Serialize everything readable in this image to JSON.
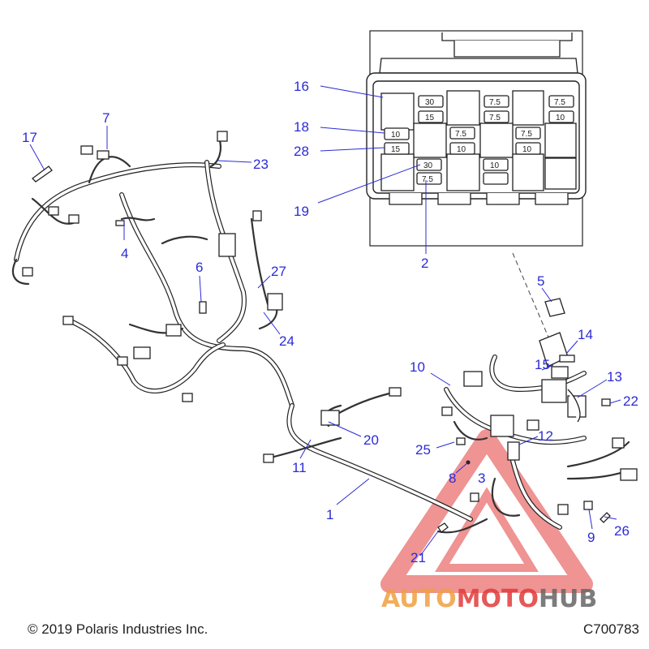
{
  "callouts": {
    "c1": "1",
    "c2": "2",
    "c3": "3",
    "c4": "4",
    "c5": "5",
    "c6": "6",
    "c7": "7",
    "c8": "8",
    "c9": "9",
    "c10": "10",
    "c11": "11",
    "c12": "12",
    "c13": "13",
    "c14": "14",
    "c15": "15",
    "c16": "16",
    "c17": "17",
    "c18": "18",
    "c19": "19",
    "c20": "20",
    "c21": "21",
    "c22": "22",
    "c23": "23",
    "c24": "24",
    "c25": "25",
    "c26": "26",
    "c27": "27",
    "c28": "28"
  },
  "fuses": {
    "f30a": "30",
    "f75a": "7.5",
    "f75b": "7.5",
    "f15a": "15",
    "f75c": "7.5",
    "f10a": "10",
    "f10b": "10",
    "f75d": "7.5",
    "f75e": "7.5",
    "f15b": "15",
    "f10c": "10",
    "f10d": "10",
    "f30b": "30",
    "f10e": "10",
    "f75f": "7.5"
  },
  "footer": {
    "copyright": "© 2019 Polaris Industries Inc.",
    "drawing_number": "C700783"
  },
  "watermark": {
    "auto": "AUTO",
    "moto": "MOTO",
    "hub": "HUB",
    "colors": {
      "red": "#e23b3b",
      "orange": "#f0a040",
      "gray": "#666666"
    }
  },
  "colors": {
    "callout": "#2b2bd6",
    "line": "#222222"
  }
}
